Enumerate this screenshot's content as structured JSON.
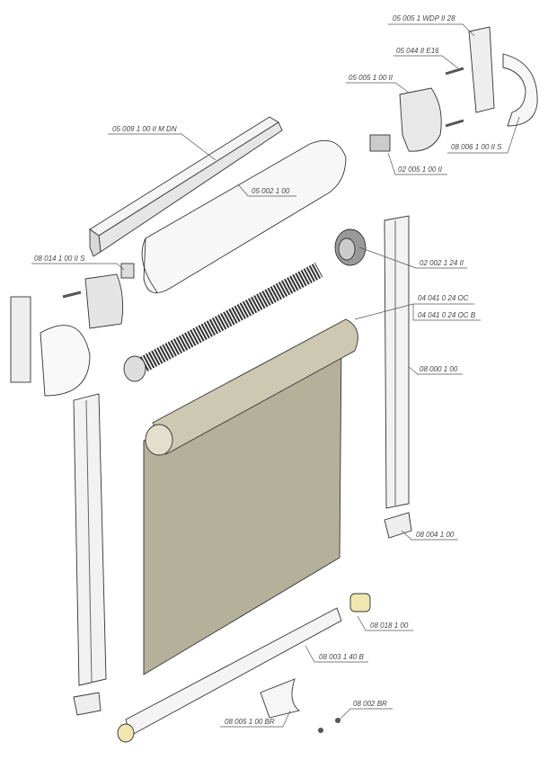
{
  "diagram": {
    "labels": {
      "bracket_wdp": "05 005 1 WDP II 28",
      "screw_e16": "05 044 II E16",
      "side_bracket": "05 005 1 00 II",
      "end_cap_s": "08 006 1 00 II S",
      "adapter": "02 005 1 00 II",
      "top_profile": "05 009 1 00 II M DN",
      "cassette_cover": "05 002 1 00",
      "clip_s": "08 014 1 00 II S",
      "plug": "02 002 1 24 II",
      "tube_oc": "04 041 0 24 OC",
      "tube_oc_b": "04 041 0 24 OC B",
      "side_rail": "08 000 1 00",
      "rail_cap": "08 004 1 00",
      "bar_end": "08 018 1 00",
      "bottom_bar": "08 003 1 40 B",
      "screw_br": "08 002 BR",
      "handle_br": "08 005 1 00 BR"
    },
    "colors": {
      "fabric": "#b5b09a",
      "part": "#f2f2f2",
      "bar_end": "#efe6b0"
    }
  }
}
